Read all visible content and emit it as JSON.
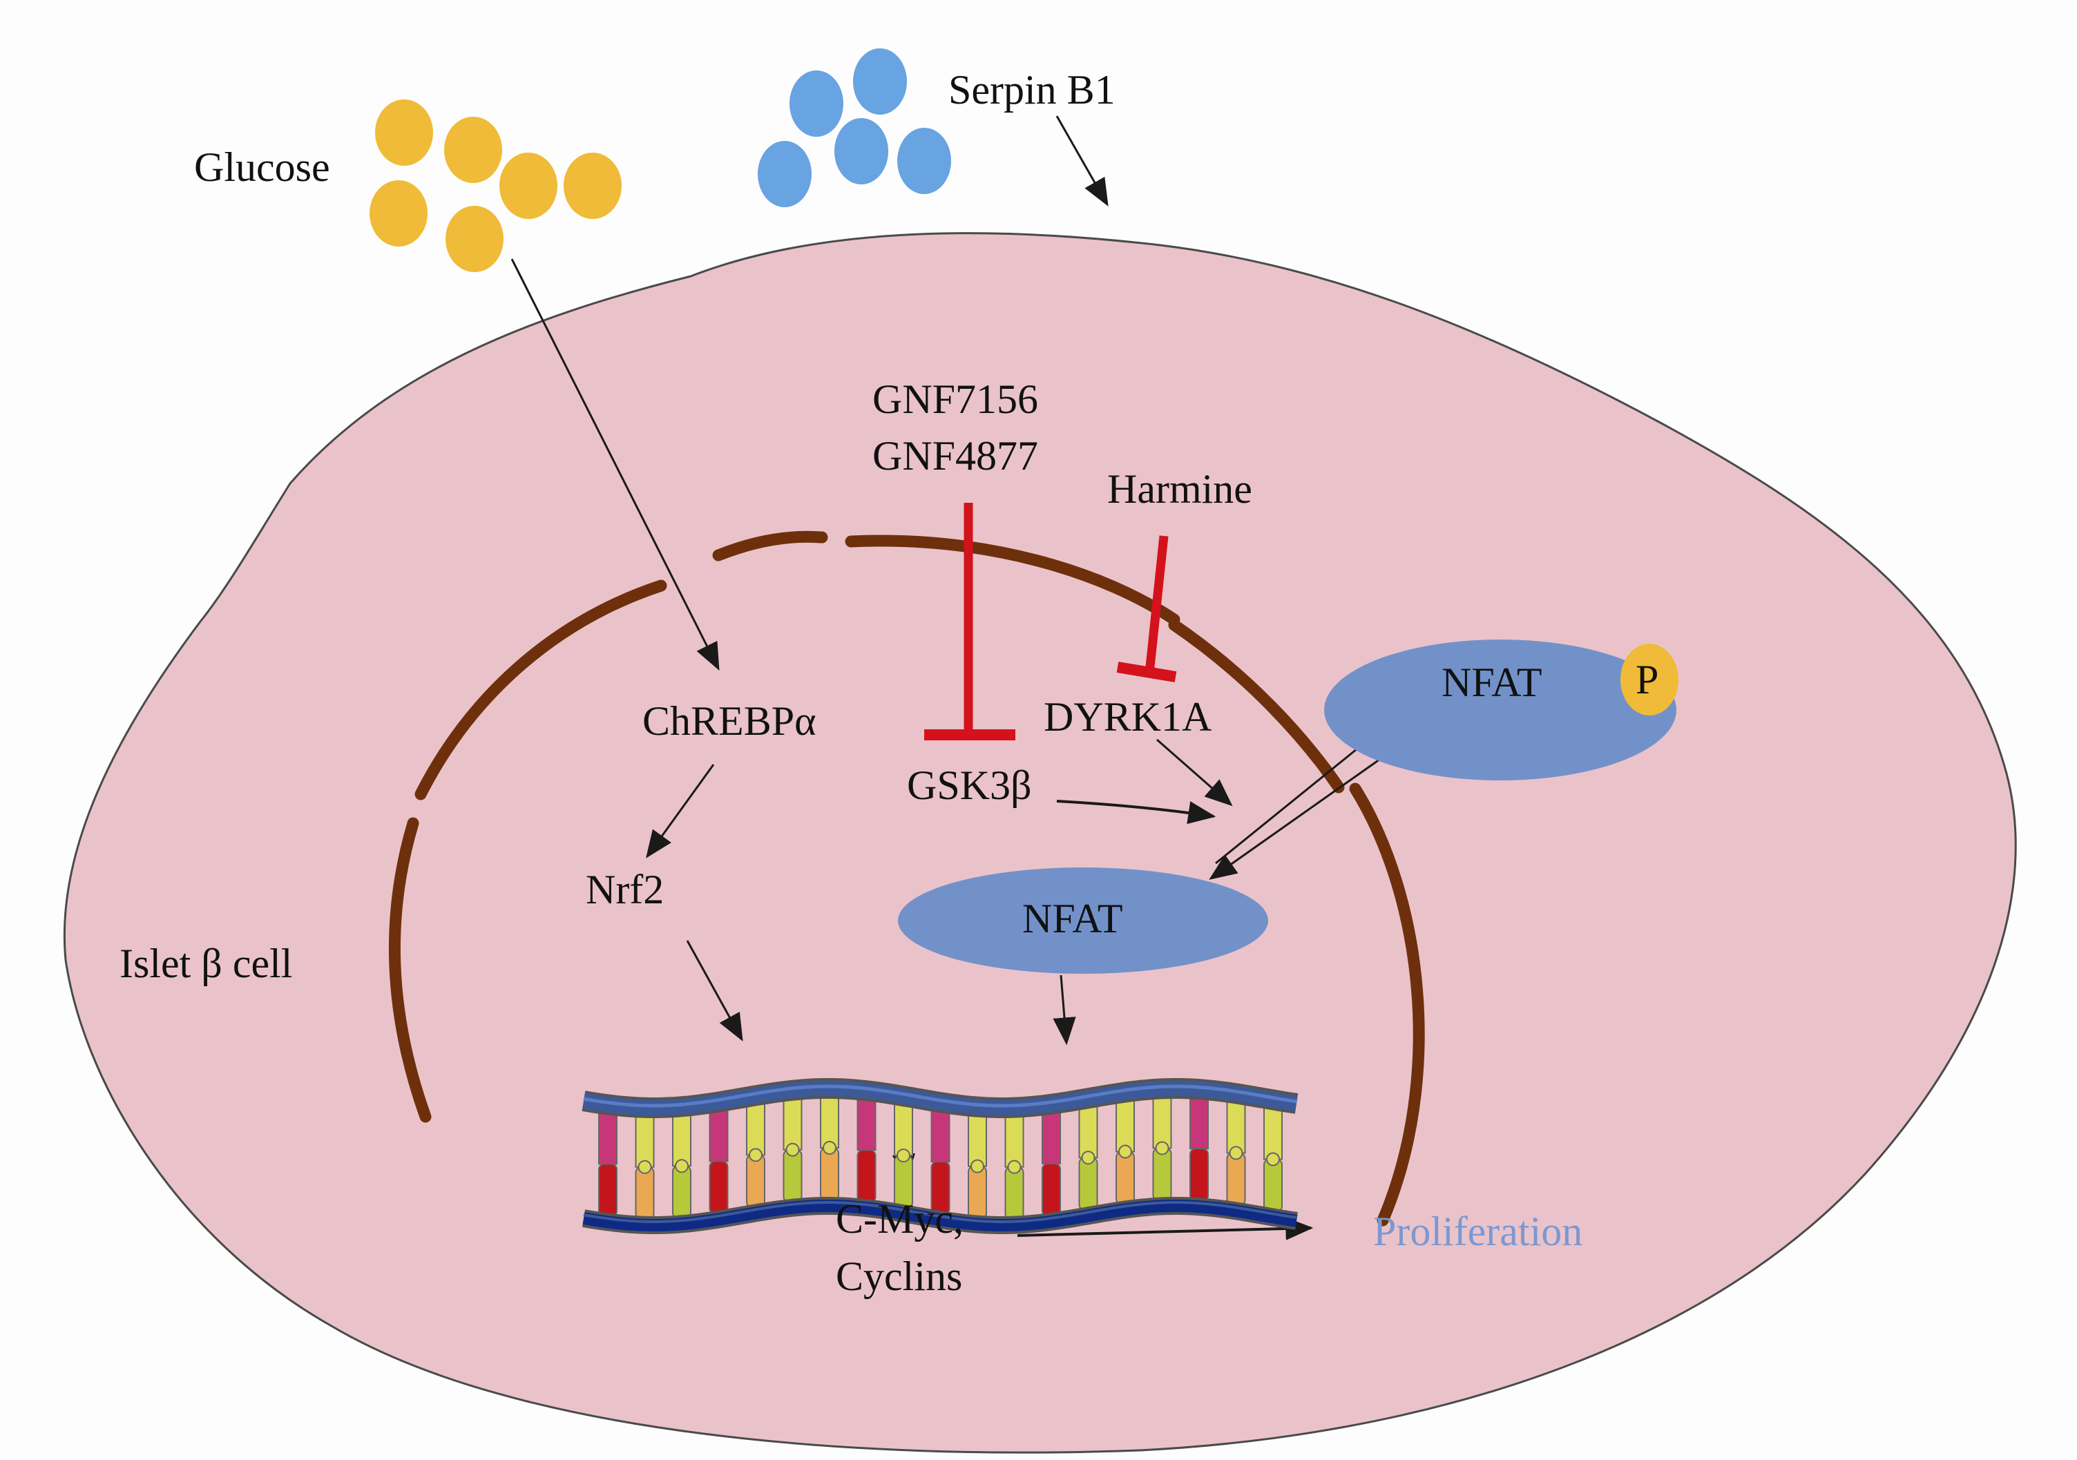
{
  "figure": {
    "title": "Islet beta cell proliferation signaling pathway",
    "colors": {
      "cell_fill": "#eac3ca",
      "cell_outline": "#4a4a4a",
      "nuclear_envelope": "#6e300c",
      "inhibitor": "#d3121b",
      "glucose": "#efbb38",
      "serpin": "#68a3e2",
      "nfat": "#7391c9",
      "phosphate": "#efbb38",
      "proliferation_text": "#7b98d2",
      "arrow": "#1a1a1a"
    }
  },
  "labels": {
    "glucose": "Glucose",
    "serpin": "Serpin B1",
    "gnf1": "GNF7156",
    "gnf2": "GNF4877",
    "harmine": "Harmine",
    "chrebp": "ChREBPα",
    "dyrk1a": "DYRK1A",
    "gsk3b": "GSK3β",
    "nfat_p": "NFAT",
    "phosphate": "P",
    "nfat": "NFAT",
    "nrf2": "Nrf2",
    "cell": "Islet β cell",
    "cmyc": "C-Myc,",
    "cyclins": "Cyclins",
    "proliferation": "Proliferation"
  },
  "molecules": {
    "glucose_count": 6,
    "serpin_count": 5
  },
  "relations": [
    {
      "from": "Glucose",
      "to": "ChREBPα",
      "type": "activation"
    },
    {
      "from": "Serpin B1",
      "to": "Islet β cell",
      "type": "activation"
    },
    {
      "from": "GNF7156/GNF4877",
      "to": "GSK3β",
      "type": "inhibition"
    },
    {
      "from": "Harmine",
      "to": "DYRK1A",
      "type": "inhibition"
    },
    {
      "from": "ChREBPα",
      "to": "Nrf2",
      "type": "activation"
    },
    {
      "from": "DYRK1A",
      "to": "NFAT",
      "type": "activation"
    },
    {
      "from": "GSK3β",
      "to": "NFAT",
      "type": "activation"
    },
    {
      "from": "NFAT",
      "to": "NFAT-P",
      "type": "reversible"
    },
    {
      "from": "Nrf2",
      "to": "DNA",
      "type": "activation"
    },
    {
      "from": "NFAT",
      "to": "DNA",
      "type": "activation"
    },
    {
      "from": "DNA",
      "to": "C-Myc, Cyclins",
      "type": "activation"
    },
    {
      "from": "C-Myc, Cyclins",
      "to": "Proliferation",
      "type": "activation"
    }
  ]
}
